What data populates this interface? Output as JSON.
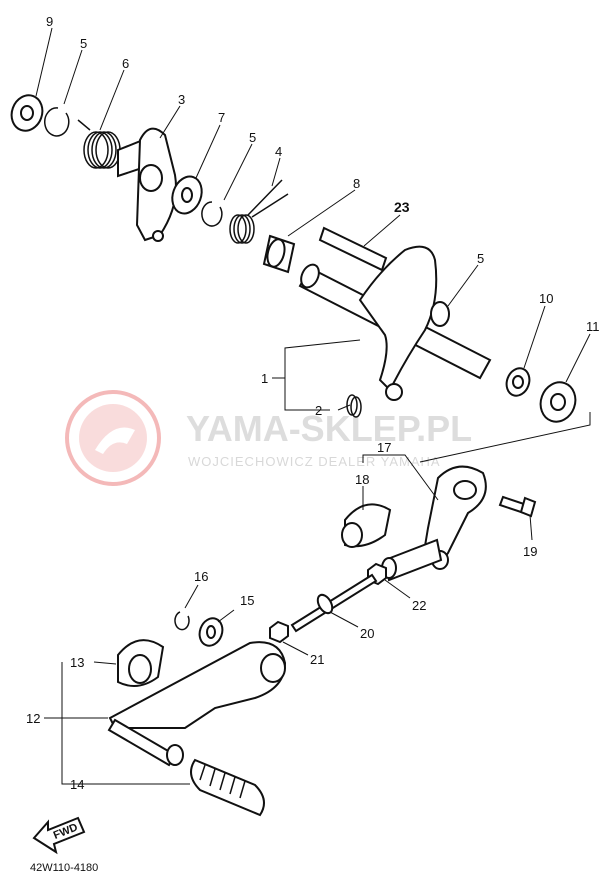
{
  "diagram": {
    "part_labels": {
      "p9": "9",
      "p5a": "5",
      "p6": "6",
      "p3": "3",
      "p7": "7",
      "p5b": "5",
      "p4": "4",
      "p8": "8",
      "p23": "23",
      "p5c": "5",
      "p10": "10",
      "p11": "11",
      "p1": "1",
      "p2": "2",
      "p17": "17",
      "p18": "18",
      "p19": "19",
      "p16": "16",
      "p15": "15",
      "p22": "22",
      "p20": "20",
      "p21": "21",
      "p13": "13",
      "p12": "12",
      "p14": "14"
    },
    "fwd_label": "FWD",
    "diagram_code": "42W110-4180"
  },
  "watermark": {
    "title": "YAMA-SKLEP.PL",
    "subtitle": "WOJCIECHOWICZ DEALER YAMAHA",
    "color": "#e03a3a"
  }
}
